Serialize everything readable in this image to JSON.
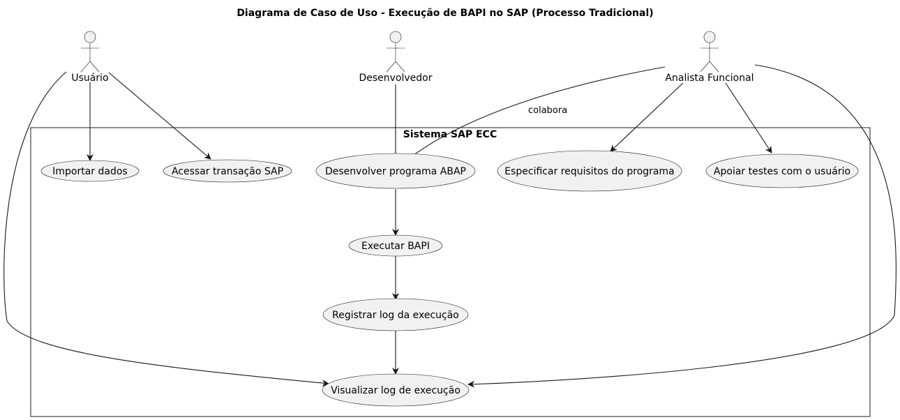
{
  "title": "Diagrama de Caso de Uso - Execução de BAPI no SAP (Processo Tradicional)",
  "system": {
    "label": "Sistema SAP ECC"
  },
  "actors": {
    "usuario": "Usuário",
    "desenvolvedor": "Desenvolvedor",
    "analista": "Analista Funcional"
  },
  "use_cases": {
    "importar": "Importar dados",
    "acessar": "Acessar transação SAP",
    "desenvolver": "Desenvolver programa ABAP",
    "especificar": "Especificar requisitos do programa",
    "apoiar": "Apoiar testes com o usuário",
    "executar": "Executar BAPI",
    "registrar": "Registrar log da execução",
    "visualizar": "Visualizar log de execução"
  },
  "edge_labels": {
    "analista_desenvolver": "colabora"
  },
  "relations": [
    {
      "from": "usuario",
      "to": "importar"
    },
    {
      "from": "usuario",
      "to": "acessar"
    },
    {
      "from": "usuario",
      "to": "visualizar"
    },
    {
      "from": "desenvolvedor",
      "to": "desenvolver"
    },
    {
      "from": "analista",
      "to": "desenvolver",
      "label": "colabora"
    },
    {
      "from": "analista",
      "to": "especificar"
    },
    {
      "from": "analista",
      "to": "apoiar"
    },
    {
      "from": "analista",
      "to": "visualizar"
    },
    {
      "from": "desenvolver",
      "to": "executar"
    },
    {
      "from": "executar",
      "to": "registrar"
    },
    {
      "from": "registrar",
      "to": "visualizar"
    }
  ]
}
